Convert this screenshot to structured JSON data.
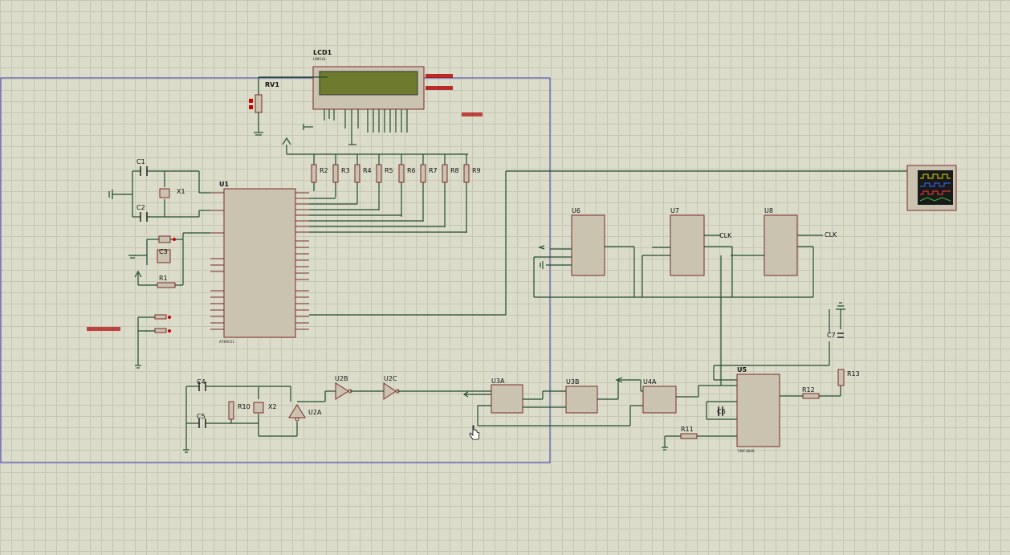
{
  "components": {
    "lcd": {
      "ref": "LCD1",
      "part": "LM016L"
    },
    "rv1": {
      "ref": "RV1"
    },
    "u1": {
      "ref": "U1",
      "part": "AT89C51"
    },
    "c1": {
      "ref": "C1"
    },
    "c2": {
      "ref": "C2"
    },
    "c3": {
      "ref": "C3"
    },
    "c4": {
      "ref": "C4"
    },
    "c5": {
      "ref": "C5"
    },
    "c6": {
      "ref": "C6"
    },
    "c7": {
      "ref": "C7"
    },
    "x1": {
      "ref": "X1"
    },
    "x2": {
      "ref": "X2"
    },
    "r1": {
      "ref": "R1"
    },
    "r10": {
      "ref": "R10"
    },
    "r11": {
      "ref": "R11"
    },
    "r12": {
      "ref": "R12"
    },
    "r13": {
      "ref": "R13"
    },
    "rnet": [
      "R2",
      "R3",
      "R4",
      "R5",
      "R6",
      "R7",
      "R8",
      "R9"
    ],
    "u2a": {
      "ref": "U2A"
    },
    "u2b": {
      "ref": "U2B"
    },
    "u2c": {
      "ref": "U2C"
    },
    "u3a": {
      "ref": "U3A"
    },
    "u3b": {
      "ref": "U3B"
    },
    "u4a": {
      "ref": "U4A"
    },
    "u5": {
      "ref": "U5",
      "part": "74HC4046"
    },
    "u6": {
      "ref": "U6"
    },
    "u7": {
      "ref": "U7"
    },
    "u8": {
      "ref": "U8"
    },
    "clk_label1": "CLK",
    "clk_label2": "CLK"
  },
  "colors": {
    "wire": "#1f4d2a",
    "component_border": "#7a2a2a",
    "component_fill": "#c9c3b0",
    "lcd_screen": "#6e7a2e",
    "selection_box": "#3a3ab0",
    "annotation_red": "#b00000",
    "scope_screen": "#1a1a1a"
  },
  "icons": [
    "oscilloscope-icon",
    "cursor-hand-icon",
    "ground-icon",
    "power-icon"
  ]
}
